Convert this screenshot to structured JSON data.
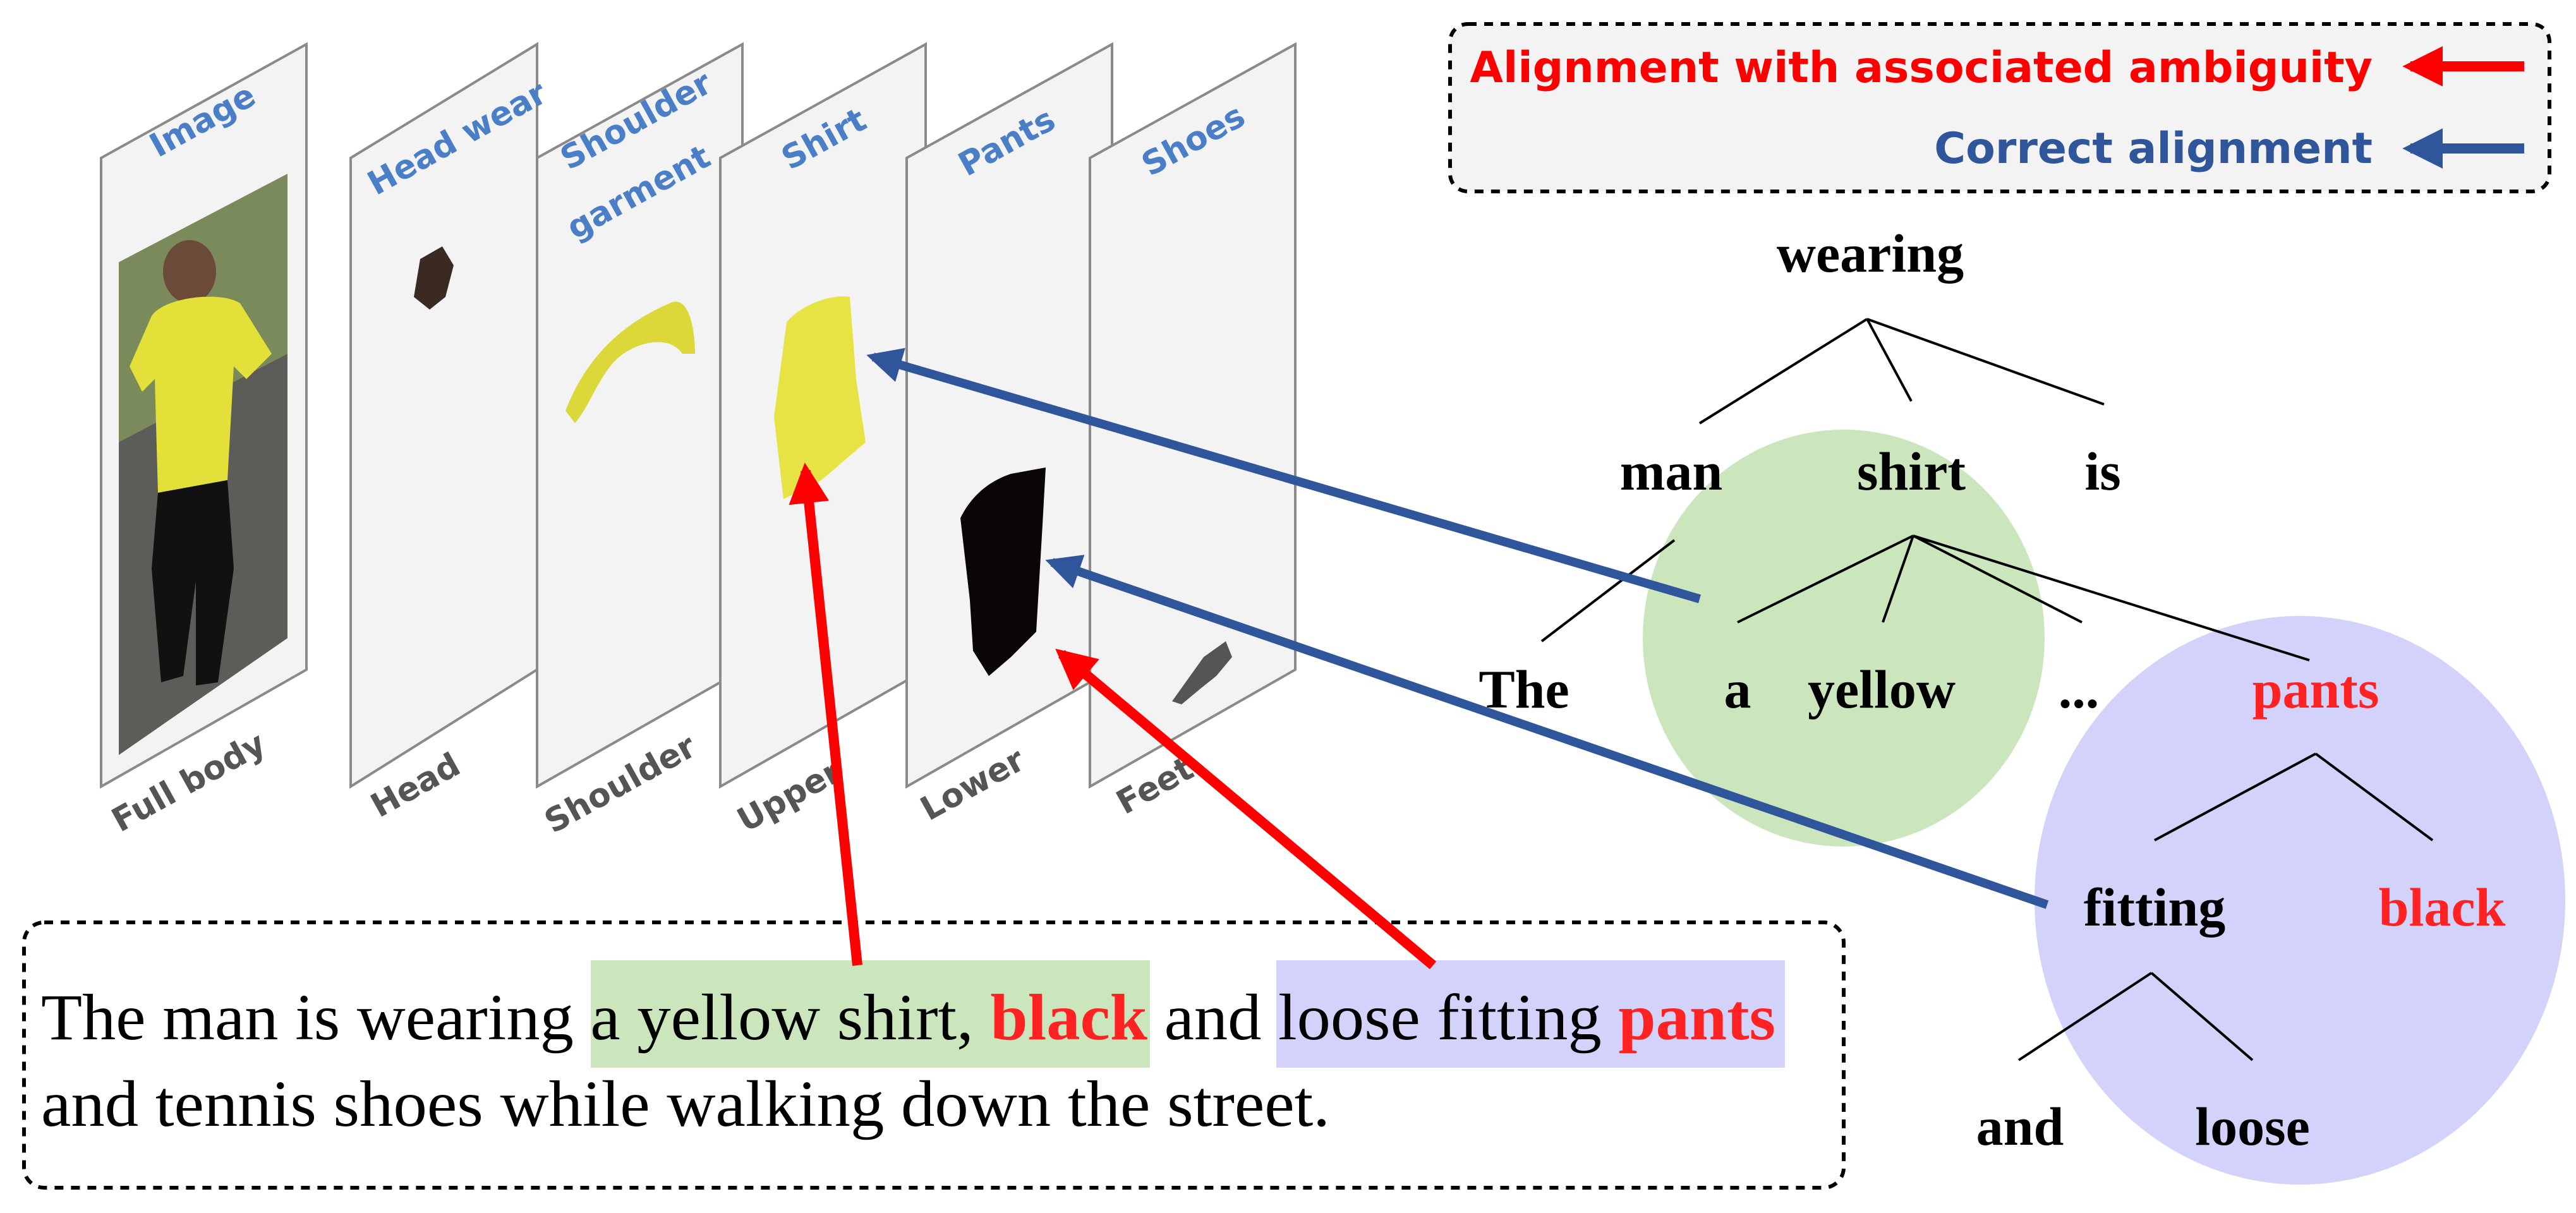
{
  "panels": [
    {
      "title_lines": [
        "Image"
      ],
      "part_label": "Full body"
    },
    {
      "title_lines": [
        "Head wear"
      ],
      "part_label": "Head"
    },
    {
      "title_lines": [
        "Shoulder",
        "garment"
      ],
      "part_label": "Shoulder"
    },
    {
      "title_lines": [
        "Shirt"
      ],
      "part_label": "Upper"
    },
    {
      "title_lines": [
        "Pants"
      ],
      "part_label": "Lower"
    },
    {
      "title_lines": [
        "Shoes"
      ],
      "part_label": "Feet"
    }
  ],
  "legend": {
    "ambiguity_label": "Alignment with associated ambiguity",
    "correct_label": "Correct alignment",
    "ambiguity_color": "#ff0000",
    "correct_color": "#2f559b"
  },
  "tree": {
    "root": "wearing",
    "man": "man",
    "shirt": "shirt",
    "is": "is",
    "the": "The",
    "a": "a",
    "yellow": "yellow",
    "ellipsis": "...",
    "pants": "pants",
    "fitting": "fitting",
    "black": "black",
    "and": "and",
    "loose": "loose",
    "highlight_color": "#ff2222",
    "green_region": "#cbe6bd",
    "blue_region": "#d2d2fb"
  },
  "caption": {
    "line1_part1": "The man is wearing ",
    "line1_green": "a yellow shirt, ",
    "line1_black": "black",
    "line1_and": " and ",
    "line1_blue": "loose fitting ",
    "line1_pants": "pants",
    "line2": "and tennis shoes while walking down the street."
  }
}
